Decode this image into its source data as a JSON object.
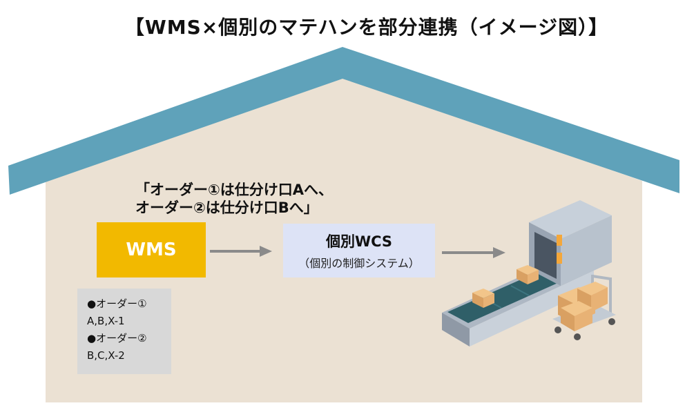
{
  "title": "【WMS×個別のマテハンを部分連携（イメージ図）】",
  "instruction": {
    "line1": "「オーダー①は仕分け口Aへ、",
    "line2": "オーダー②は仕分け口Bへ」"
  },
  "wms": {
    "label": "WMS"
  },
  "wcs": {
    "title": "個別WCS",
    "subtitle": "（個別の制御システム）"
  },
  "orders": [
    {
      "name": "●オーダー①",
      "items": "A,B,X-1"
    },
    {
      "name": "●オーダー②",
      "items": "B,C,X-2"
    }
  ],
  "colors": {
    "roof": "#5fa2ba",
    "house_wall": "#ebe1d3",
    "wms_box": "#f2b900",
    "wcs_box": "#dde3f6",
    "orders_box": "#d8d8d8",
    "arrow": "#8a8a8a"
  },
  "icons": [
    "conveyor-machine-icon",
    "cardboard-box-icon",
    "hand-cart-icon"
  ]
}
